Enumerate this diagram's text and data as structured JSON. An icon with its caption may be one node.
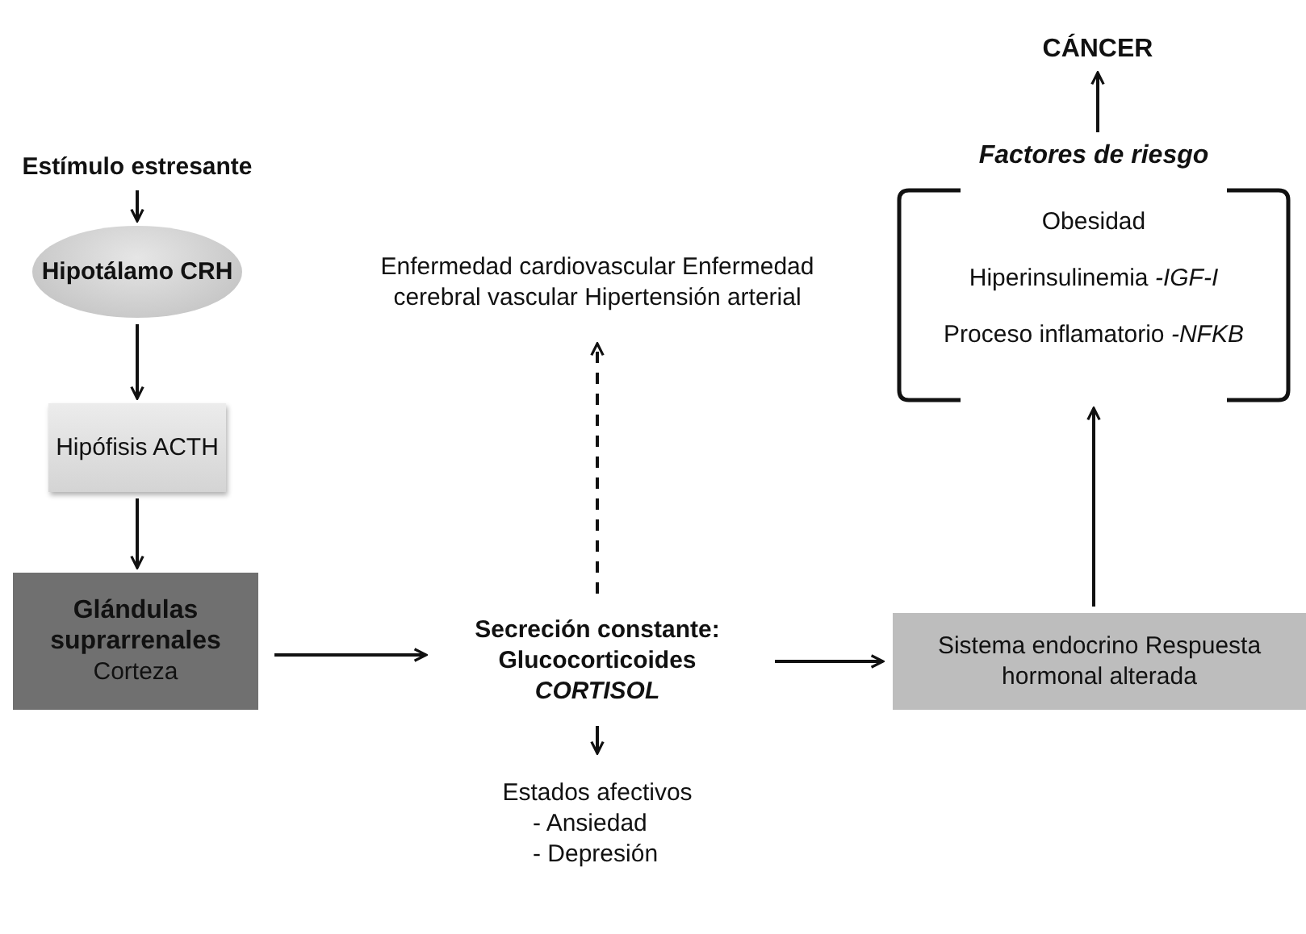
{
  "diagram": {
    "nodes": [
      {
        "text": [
          "Estímulo estresante"
        ]
      },
      {
        "text": [
          "Hipotálamo CRH"
        ]
      },
      {
        "text": [
          "Hipófisis ACTH"
        ]
      },
      {
        "text": [
          "Glándulas suprarrenales",
          "Corteza"
        ]
      },
      {
        "text": [
          "Secreción constante: Glucocorticoides",
          "CORTISOL"
        ]
      },
      {
        "text": [
          "Enfermedad cardiovascular Enfermedad cerebral vascular Hipertensión arterial"
        ]
      },
      {
        "text": [
          "Estados afectivos",
          "- Ansiedad",
          "- Depresión"
        ]
      },
      {
        "text": [
          "Sistema endocrino Respuesta hormonal alterada"
        ]
      },
      {
        "text": [
          "Factores de riesgo",
          "Obesidad",
          "Hiperinsulinemia *-IGF-I*",
          "Proceso inflamatorio *-NFKB*"
        ]
      },
      {
        "text": [
          "CÁNCER"
        ]
      }
    ],
    "edges": [
      {
        "from": 0,
        "to": 1,
        "arrow": "to"
      },
      {
        "from": 1,
        "to": 2,
        "arrow": "to"
      },
      {
        "from": 2,
        "to": 3,
        "arrow": "to"
      },
      {
        "from": 3,
        "to": 4,
        "arrow": "to"
      },
      {
        "from": 4,
        "to": 5,
        "arrow": "to",
        "style": "dashed"
      },
      {
        "from": 4,
        "to": 6,
        "arrow": "to"
      },
      {
        "from": 4,
        "to": 7,
        "arrow": "to"
      },
      {
        "from": 7,
        "to": 8,
        "arrow": "to"
      },
      {
        "from": 8,
        "to": 9,
        "arrow": "to"
      }
    ]
  }
}
